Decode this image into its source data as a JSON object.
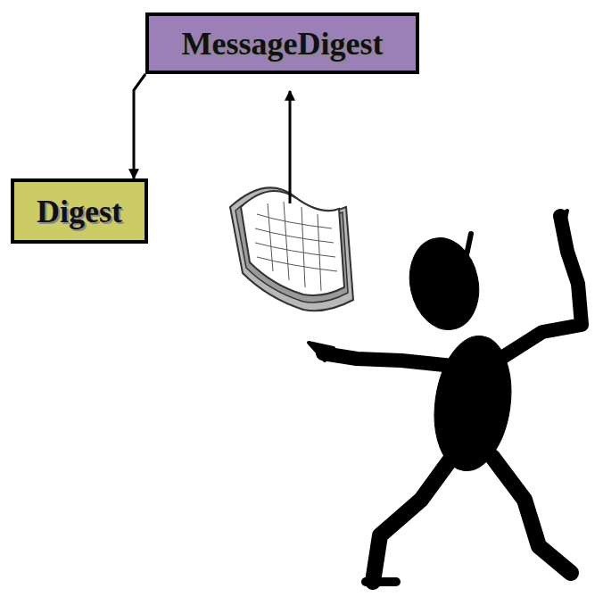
{
  "diagram": {
    "nodes": [
      {
        "text": [
          "MessageDigest"
        ]
      },
      {
        "text": [
          "Digest"
        ]
      }
    ],
    "edges": [
      {
        "from": 0,
        "to": 1,
        "arrow": "to"
      }
    ]
  }
}
